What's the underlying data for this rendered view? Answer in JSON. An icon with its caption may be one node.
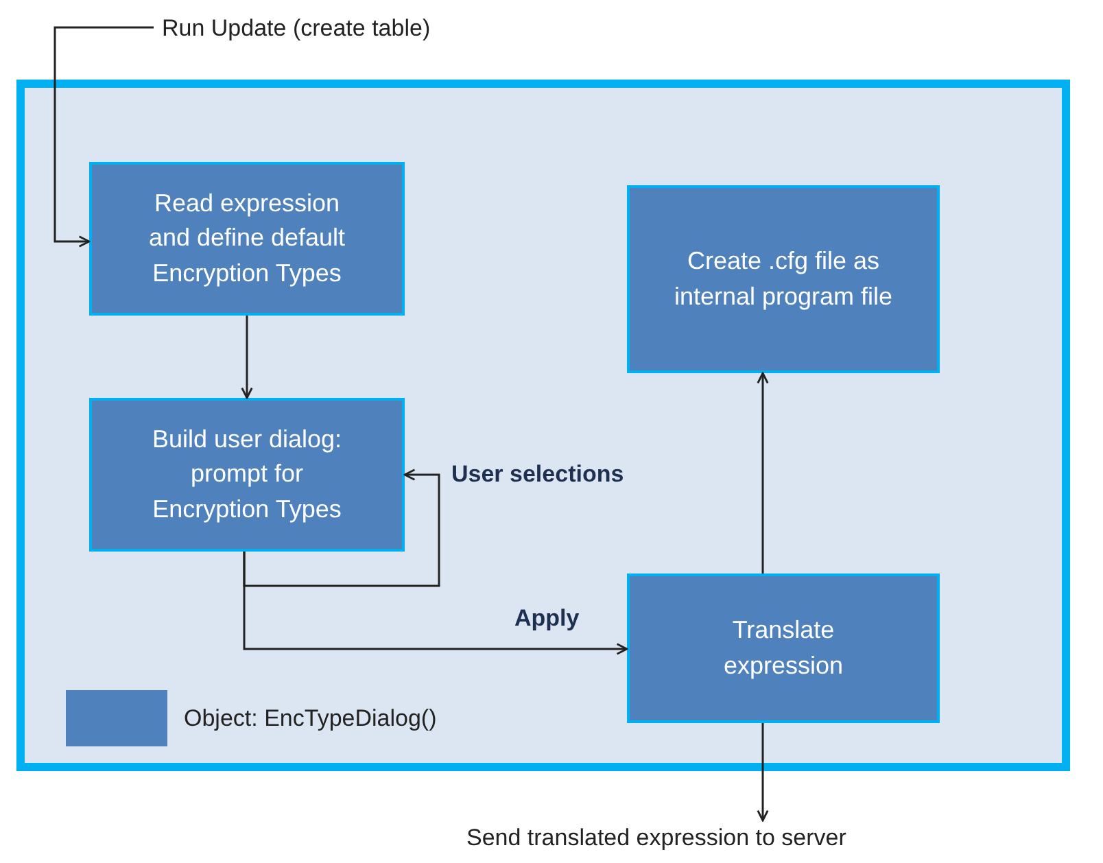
{
  "diagram": {
    "nodes": [
      {
        "text": [
          "Run Update (create table)"
        ]
      },
      {
        "text": [],
        "shape": "box"
      },
      {
        "text": [
          "Read expression and define default Encryption Types"
        ],
        "in": 1
      },
      {
        "text": [
          "Build user dialog: prompt for Encryption Types"
        ],
        "in": 1
      },
      {
        "text": [
          "Create .cfg file as internal program file"
        ],
        "in": 1
      },
      {
        "text": [
          "Translate expression"
        ],
        "in": 1
      },
      {
        "text": [
          "Send translated expression to server"
        ]
      }
    ],
    "edges": [
      {
        "from": 0,
        "to": 2,
        "arrow": "to"
      },
      {
        "from": 2,
        "to": 3,
        "arrow": "to"
      },
      {
        "from": 3,
        "to": 3,
        "arrow": "to",
        "label": "User selections"
      },
      {
        "from": 3,
        "to": 5,
        "arrow": "to",
        "label": "Apply"
      },
      {
        "from": 5,
        "to": 4,
        "arrow": "to"
      },
      {
        "from": 5,
        "to": 6,
        "arrow": "to"
      }
    ],
    "legend": [
      {
        "text": "Object: EncTypeDialog()",
        "color": "#4f81bd"
      }
    ]
  }
}
